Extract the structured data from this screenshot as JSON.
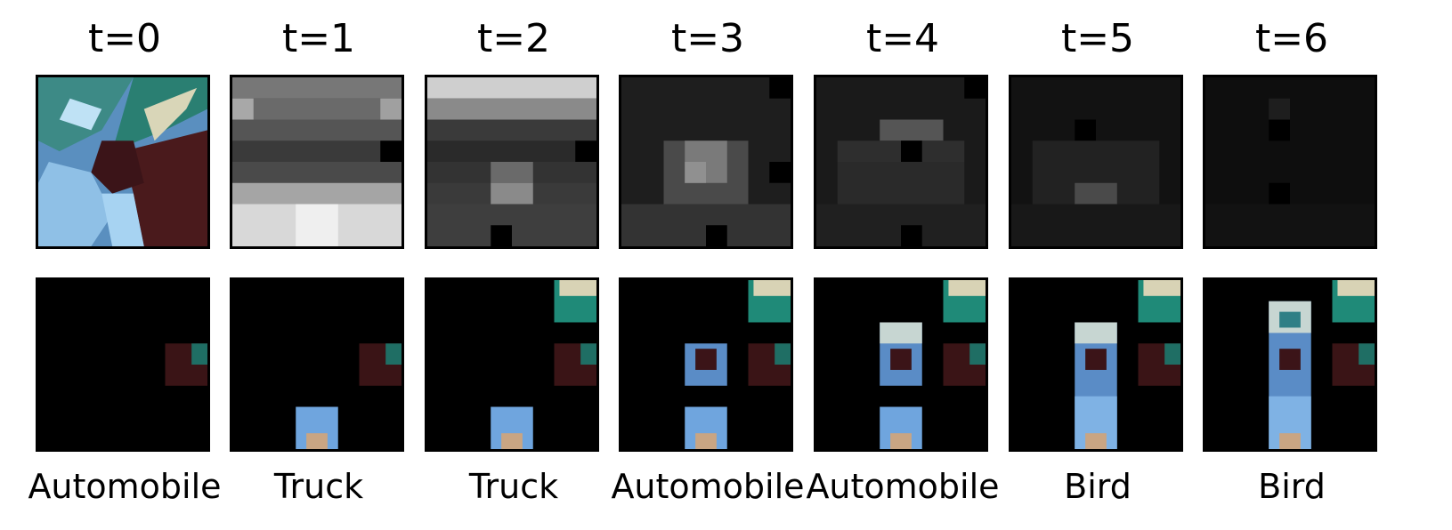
{
  "steps": [
    {
      "title": "t=0",
      "prediction": "Automobile"
    },
    {
      "title": "t=1",
      "prediction": "Truck"
    },
    {
      "title": "t=2",
      "prediction": "Truck"
    },
    {
      "title": "t=3",
      "prediction": "Automobile"
    },
    {
      "title": "t=4",
      "prediction": "Automobile"
    },
    {
      "title": "t=5",
      "prediction": "Bird"
    },
    {
      "title": "t=6",
      "prediction": "Bird"
    }
  ],
  "colors": {
    "frame": "#000000",
    "background": "#000000",
    "patch_blue": "#5f8fc8",
    "patch_dark_red": "#3a1416",
    "patch_teal": "#1f8a78"
  }
}
